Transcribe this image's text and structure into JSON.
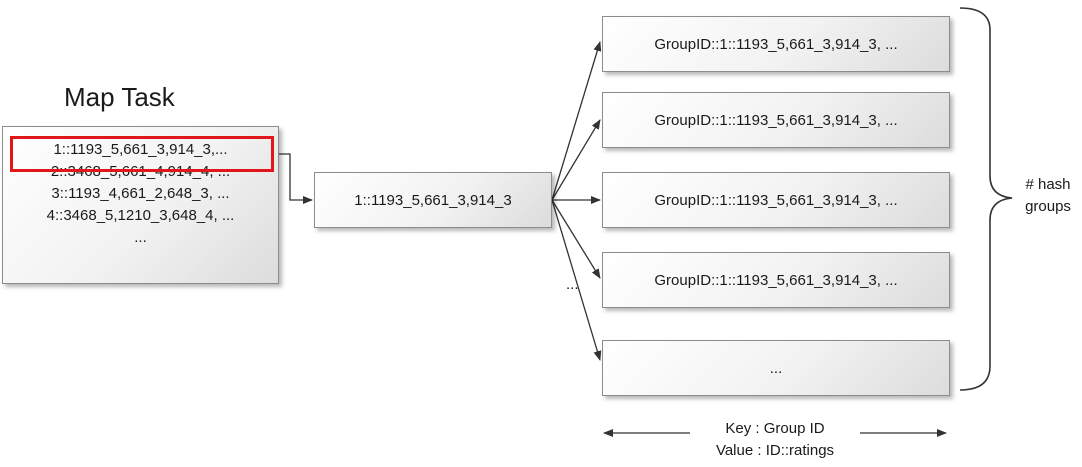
{
  "map_task": {
    "title": "Map Task",
    "lines": [
      "1::1193_5,661_3,914_3,...",
      "2::3468_5,661_4,914_4, ...",
      "3::1193_4,661_2,648_3, ...",
      "4::3468_5,1210_3,648_4, ...",
      "..."
    ]
  },
  "mid_record": "1::1193_5,661_3,914_3",
  "outputs": [
    "GroupID::1::1193_5,661_3,914_3, ...",
    "GroupID::1::1193_5,661_3,914_3, ...",
    "GroupID::1::1193_5,661_3,914_3, ...",
    "GroupID::1::1193_5,661_3,914_3, ...",
    "..."
  ],
  "ellipsis": "...",
  "brace_label": {
    "line1": "# hash",
    "line2": "groups"
  },
  "key_value": {
    "key": "Key : Group ID",
    "value": "Value : ID::ratings"
  },
  "colors": {
    "highlight": "#e0161b",
    "border": "#8c8c8c",
    "arrow": "#333333"
  }
}
